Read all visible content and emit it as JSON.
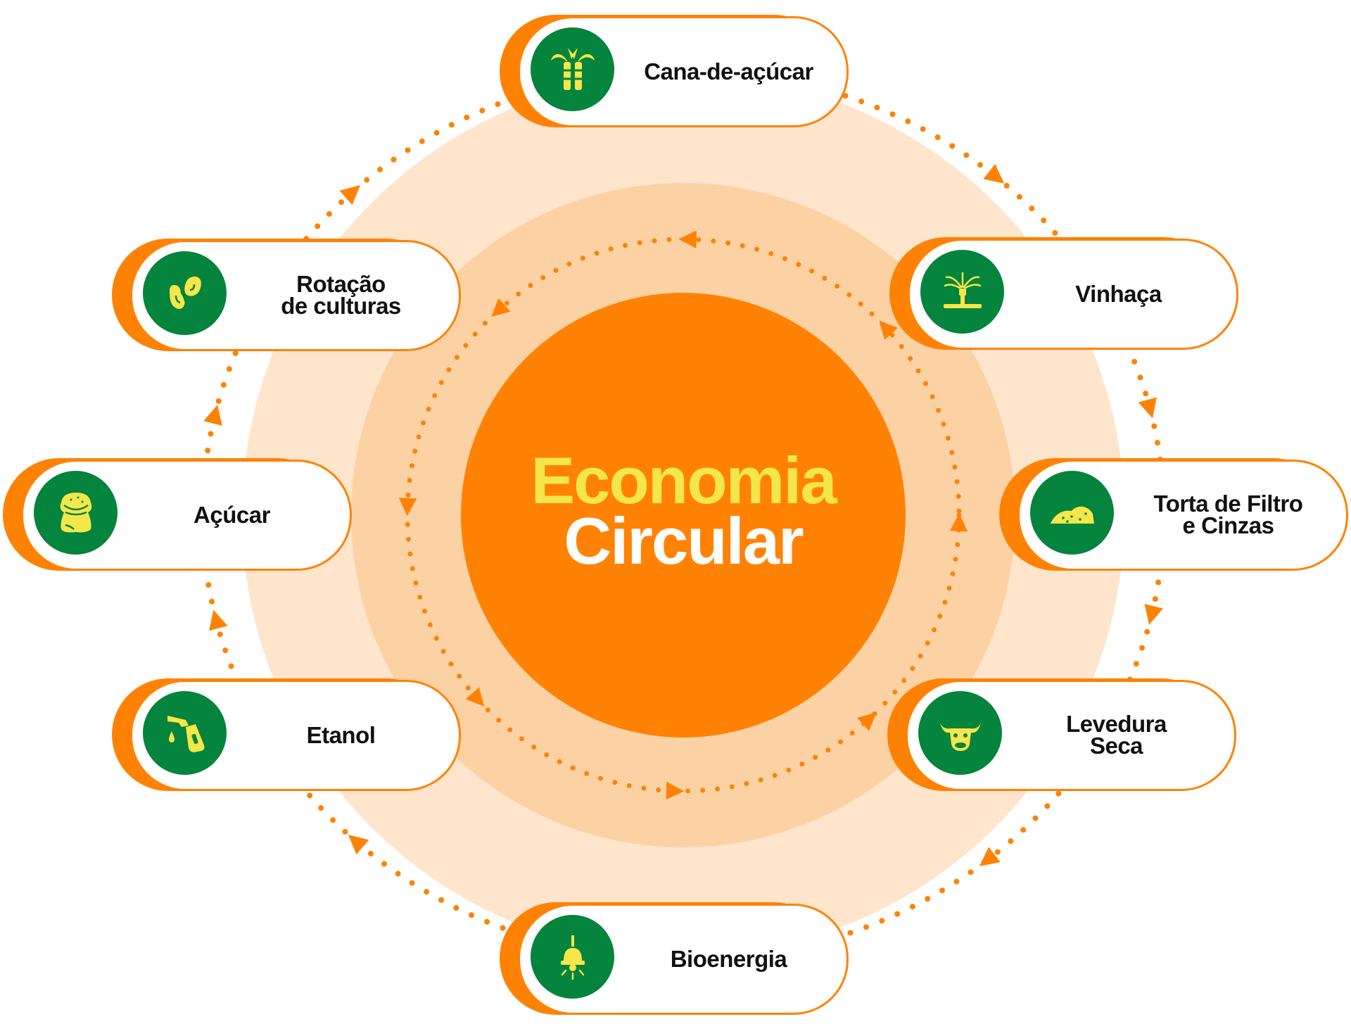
{
  "title": {
    "line1": "Economia",
    "line2": "Circular"
  },
  "colors": {
    "orange": "#FF8204",
    "ring_outer": "#FEE5CC",
    "ring_middle": "#FCD2A5",
    "green": "#04843C",
    "yellow": "#F5E64A"
  },
  "nodes": [
    {
      "label": "Cana-de-açúcar",
      "icon": "sugarcane-icon"
    },
    {
      "label": "Vinhaça",
      "icon": "sprinkler-icon"
    },
    {
      "label": "Torta de Filtro\ne Cinzas",
      "icon": "soil-pile-icon"
    },
    {
      "label": "Levedura\nSeca",
      "icon": "cow-icon"
    },
    {
      "label": "Bioenergia",
      "icon": "lightbulb-icon"
    },
    {
      "label": "Etanol",
      "icon": "fuel-nozzle-icon"
    },
    {
      "label": "Açúcar",
      "icon": "sugar-sack-icon"
    },
    {
      "label": "Rotação\nde culturas",
      "icon": "beans-icon"
    }
  ]
}
